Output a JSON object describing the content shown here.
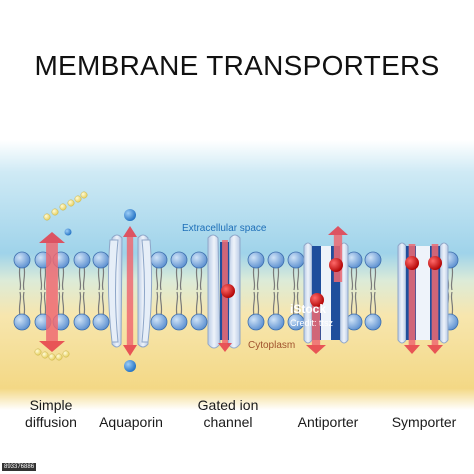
{
  "title": "MEMBRANE TRANSPORTERS",
  "regions": {
    "extracellular": "Extracellular space",
    "cytoplasm": "Cytoplasm"
  },
  "transporters": [
    {
      "line1": "Simple",
      "line2": "diffusion"
    },
    {
      "line1": "Aquaporin",
      "line2": ""
    },
    {
      "line1": "Gated ion",
      "line2": "channel"
    },
    {
      "line1": "Antiporter",
      "line2": ""
    },
    {
      "line1": "Symporter",
      "line2": ""
    }
  ],
  "watermark": {
    "logo": "iStock",
    "credit": "Credit: ttsz",
    "stock_id": "893376886"
  },
  "colors": {
    "extracellular_top": "#ffffff",
    "extracellular": "#9fd3ea",
    "cytoplasm": "#f5dc8c",
    "lipid_head": "#5b9bd5",
    "protein": "#dce6f2",
    "protein_channel": "#1f4e9c",
    "arrow": "#e63c4a",
    "ion": "#d00000",
    "water": "#3f8fd6",
    "small_molecule": "#f2e07a"
  }
}
